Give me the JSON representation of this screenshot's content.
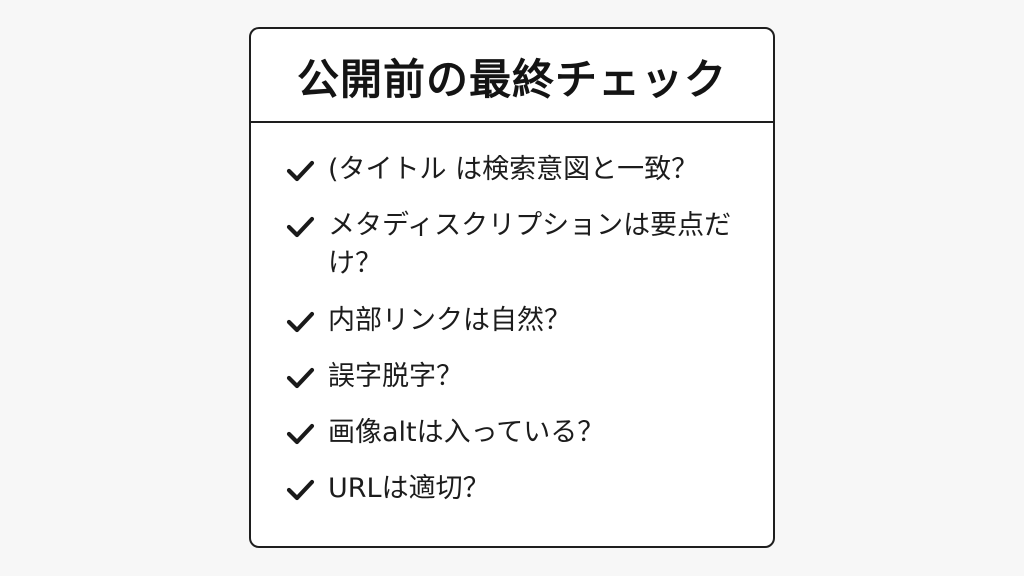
{
  "card": {
    "title": "公開前の最終チェック",
    "items": [
      {
        "label": "(タイトル は検索意図と一致？",
        "icon": "checkmark-icon"
      },
      {
        "label": "メタディスクリプションは要点だけ？",
        "icon": "checkmark-icon"
      },
      {
        "label": "内部リンクは自然？",
        "icon": "checkmark-icon"
      },
      {
        "label": "誤字脱字？",
        "icon": "checkmark-icon"
      },
      {
        "label": "画像altは入っている？",
        "icon": "checkmark-icon"
      },
      {
        "label": "URLは適切？",
        "icon": "checkmark-icon"
      }
    ]
  },
  "colors": {
    "background": "#f7f7f7",
    "card": "#ffffff",
    "border": "#1e1e1e",
    "text": "#1c1c1c"
  }
}
